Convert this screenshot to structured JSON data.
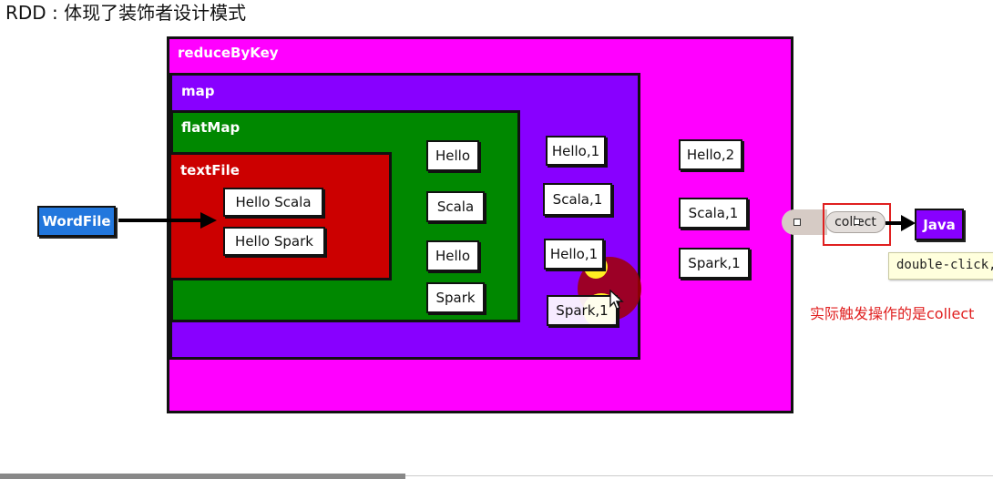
{
  "title": "RDD : 体现了装饰者设计模式",
  "colors": {
    "reduceByKey": "#ff00ff",
    "map": "#8800ff",
    "flatMap": "#008800",
    "textFile": "#cc0000",
    "wordfile": "#2277dd",
    "java": "#8800ff",
    "highlight": "#e02020"
  },
  "boxes": {
    "reduceByKey": "reduceByKey",
    "map": "map",
    "flatMap": "flatMap",
    "textFile": "textFile"
  },
  "source": "WordFile",
  "text_lines": [
    "Hello Scala",
    "Hello Spark"
  ],
  "flatmap_words": [
    "Hello",
    "Scala",
    "Hello",
    "Spark"
  ],
  "map_pairs": [
    "Hello,1",
    "Scala,1",
    "Hello,1",
    "Spark,1"
  ],
  "reduce_results": [
    "Hello,2",
    "Scala,1",
    "Spark,1"
  ],
  "action": {
    "label": "collect",
    "tooltip": "double-click,",
    "target": "Java"
  },
  "note": "实际触发操作的是collect",
  "icons": {
    "arrow": "arrow-right-icon",
    "cursor": "mouse-pointer-icon"
  }
}
